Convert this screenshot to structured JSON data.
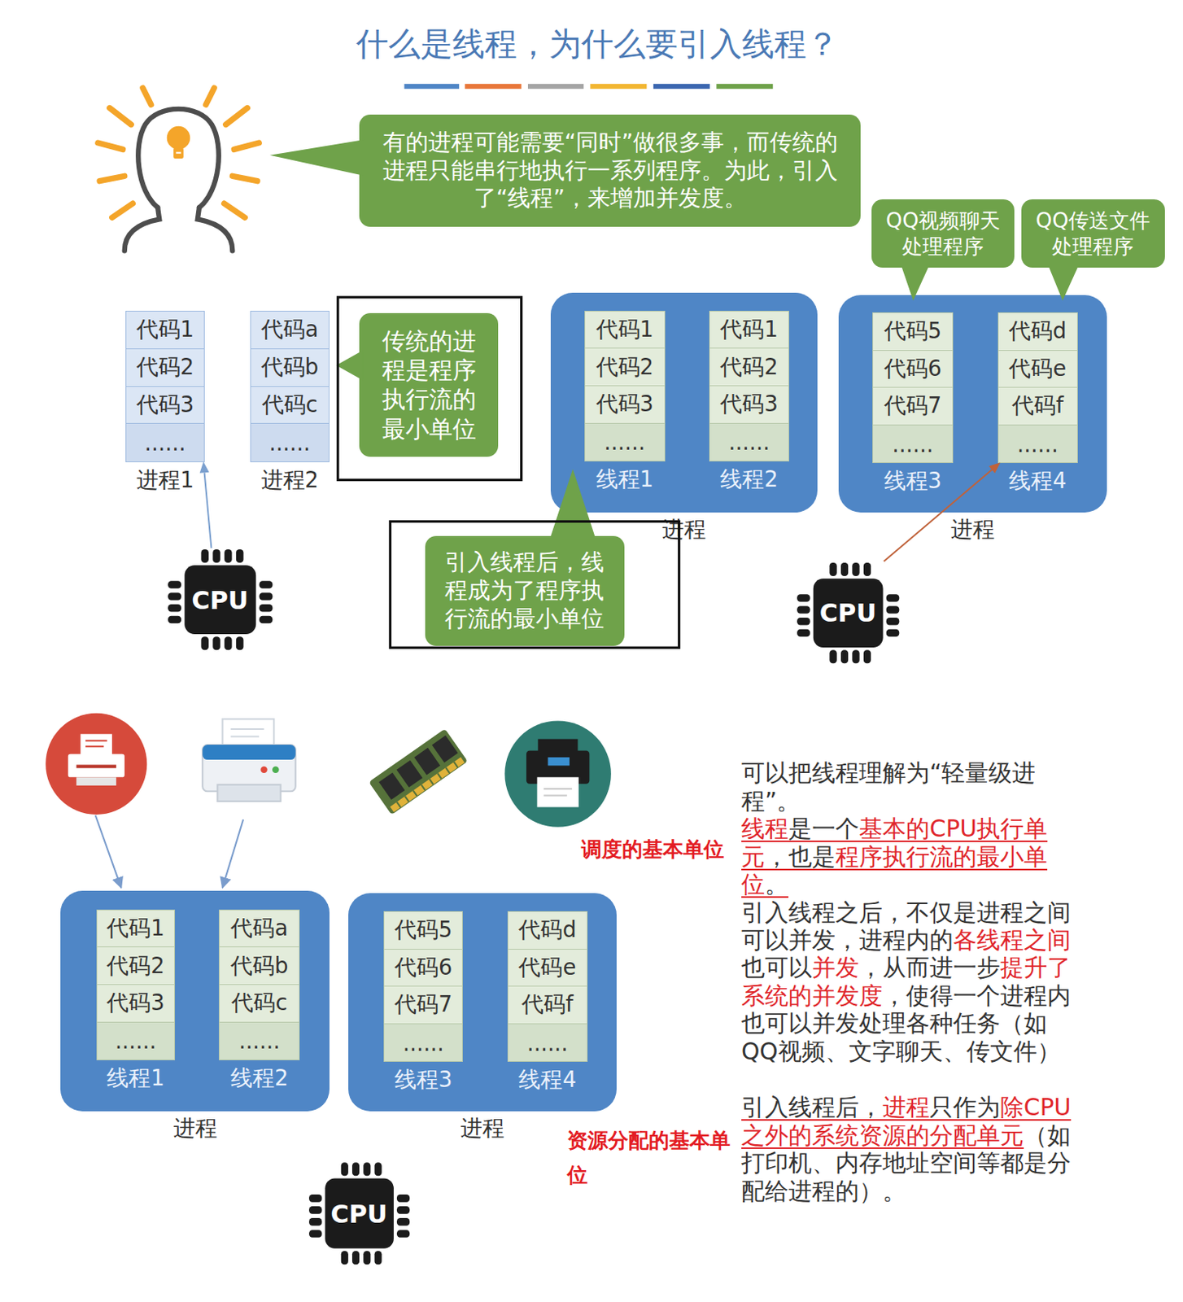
{
  "diagram": {
    "title": "什么是线程，为什么要引入线程？",
    "nodes": [
      {
        "text": [
          "有的进程可能需要“同时”做很多事，而传统的进程只能串行地执行一系列程序。为此，引入了“线程”，来增加并发度。"
        ]
      },
      {
        "text": [
          "QQ视频聊天处理程序"
        ]
      },
      {
        "text": [
          "QQ传送文件处理程序"
        ]
      },
      {
        "text": [
          "进程1"
        ]
      },
      {
        "text": [
          "代码1"
        ],
        "in": 3
      },
      {
        "text": [
          "代码2"
        ],
        "in": 3
      },
      {
        "text": [
          "代码3"
        ],
        "in": 3
      },
      {
        "text": [
          "......"
        ],
        "in": 3
      },
      {
        "text": [
          "进程2"
        ]
      },
      {
        "text": [
          "代码a"
        ],
        "in": 8
      },
      {
        "text": [
          "代码b"
        ],
        "in": 8
      },
      {
        "text": [
          "代码c"
        ],
        "in": 8
      },
      {
        "text": [
          "......"
        ],
        "in": 8
      },
      {
        "text": [
          "传统的进程是程序执行流的最小单位"
        ]
      },
      {
        "text": [
          "进程"
        ]
      },
      {
        "text": [
          "线程1"
        ],
        "in": 14
      },
      {
        "text": [
          "代码1"
        ],
        "in": 15
      },
      {
        "text": [
          "代码2"
        ],
        "in": 15
      },
      {
        "text": [
          "代码3"
        ],
        "in": 15
      },
      {
        "text": [
          "......"
        ],
        "in": 15
      },
      {
        "text": [
          "线程2"
        ],
        "in": 14
      },
      {
        "text": [
          "代码1"
        ],
        "in": 20
      },
      {
        "text": [
          "代码2"
        ],
        "in": 20
      },
      {
        "text": [
          "代码3"
        ],
        "in": 20
      },
      {
        "text": [
          "......"
        ],
        "in": 20
      },
      {
        "text": [
          "进程"
        ]
      },
      {
        "text": [
          "线程3"
        ],
        "in": 25
      },
      {
        "text": [
          "代码5"
        ],
        "in": 26
      },
      {
        "text": [
          "代码6"
        ],
        "in": 26
      },
      {
        "text": [
          "代码7"
        ],
        "in": 26
      },
      {
        "text": [
          "......"
        ],
        "in": 26
      },
      {
        "text": [
          "线程4"
        ],
        "in": 25
      },
      {
        "text": [
          "代码d"
        ],
        "in": 31
      },
      {
        "text": [
          "代码e"
        ],
        "in": 31
      },
      {
        "text": [
          "代码f"
        ],
        "in": 31
      },
      {
        "text": [
          "......"
        ],
        "in": 31
      },
      {
        "text": [
          "CPU"
        ]
      },
      {
        "text": [
          "引入线程后，线程成为了程序执行流的最小单位"
        ]
      },
      {
        "text": [
          "CPU"
        ]
      },
      {
        "text": [
          "进程"
        ]
      },
      {
        "text": [
          "线程1"
        ],
        "in": 39
      },
      {
        "text": [
          "代码1"
        ],
        "in": 40
      },
      {
        "text": [
          "代码2"
        ],
        "in": 40
      },
      {
        "text": [
          "代码3"
        ],
        "in": 40
      },
      {
        "text": [
          "......"
        ],
        "in": 40
      },
      {
        "text": [
          "线程2"
        ],
        "in": 39
      },
      {
        "text": [
          "代码a"
        ],
        "in": 45
      },
      {
        "text": [
          "代码b"
        ],
        "in": 45
      },
      {
        "text": [
          "代码c"
        ],
        "in": 45
      },
      {
        "text": [
          "......"
        ],
        "in": 45
      },
      {
        "text": [
          "进程"
        ]
      },
      {
        "text": [
          "线程3"
        ],
        "in": 50
      },
      {
        "text": [
          "代码5"
        ],
        "in": 51
      },
      {
        "text": [
          "代码6"
        ],
        "in": 51
      },
      {
        "text": [
          "代码7"
        ],
        "in": 51
      },
      {
        "text": [
          "......"
        ],
        "in": 51
      },
      {
        "text": [
          "线程4"
        ],
        "in": 50
      },
      {
        "text": [
          "代码d"
        ],
        "in": 56
      },
      {
        "text": [
          "代码e"
        ],
        "in": 56
      },
      {
        "text": [
          "代码f"
        ],
        "in": 56
      },
      {
        "text": [
          "......"
        ],
        "in": 56
      },
      {
        "text": [
          "CPU"
        ]
      }
    ],
    "edges": [
      {
        "from": 36,
        "to": 3,
        "arrow": "to"
      },
      {
        "from": 38,
        "to": 31,
        "arrow": "to"
      }
    ],
    "labels": [
      "可以把线程理解为“轻量级进程”。",
      "线程是一个基本的CPU执行单元，也是程序执行流的最小单位。",
      "引入线程之后，不仅是进程之间可以并发，进程内的各线程之间也可以并发，从而进一步提升了系统的并发度，使得一个进程内也可以并发处理各种任务（如QQ视频、文字聊天、传文件）",
      "引入线程后，进程只作为除CPU之外的系统资源的分配单元（如打印机、内存地址空间等都是分配给进程的）。",
      "调度的基本单位",
      "资源分配的基本单位"
    ]
  }
}
